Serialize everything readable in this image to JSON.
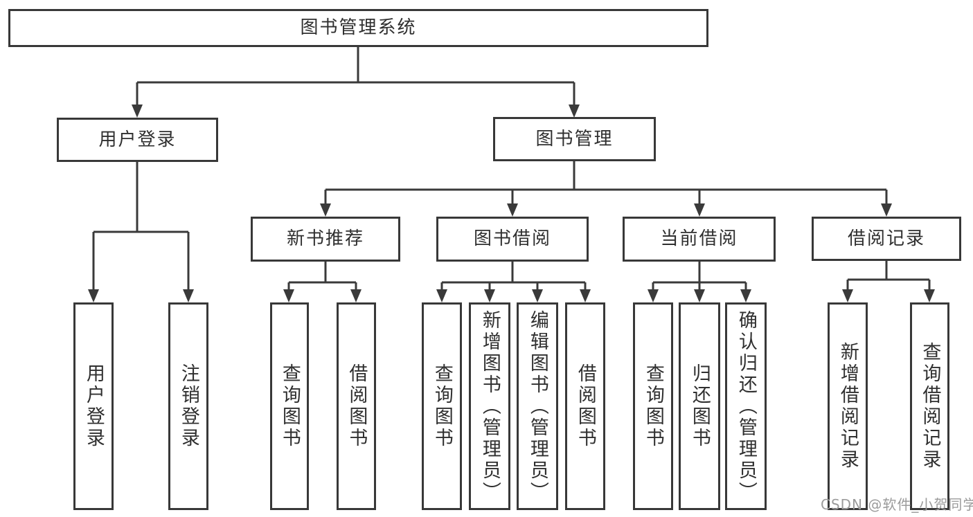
{
  "diagram": {
    "root": {
      "label": "图书管理系统"
    },
    "branches": {
      "user_login": {
        "label": "用户登录",
        "children": {
          "login": "用户登录",
          "logout": "注销登录"
        }
      },
      "book_mgmt": {
        "label": "图书管理",
        "sections": {
          "new_book": {
            "label": "新书推荐",
            "children": {
              "query": "查询图书",
              "borrow": "借阅图书"
            }
          },
          "book_borrow": {
            "label": "图书借阅",
            "children": {
              "query": "查询图书",
              "add": "新增图书（管理员）",
              "edit": "编辑图书（管理员）",
              "borrow": "借阅图书"
            }
          },
          "current_borrow": {
            "label": "当前借阅",
            "children": {
              "query": "查询图书",
              "return": "归还图书",
              "confirm": "确认归还（管理员）"
            }
          },
          "borrow_record": {
            "label": "借阅记录",
            "children": {
              "add": "新增借阅记录",
              "query": "查询借阅记录"
            }
          }
        }
      }
    }
  },
  "watermark": {
    "text": "CSDN @软件_小贺同学"
  },
  "colors": {
    "line": "#3a3a3a",
    "box_border": "#383838",
    "text": "#2f2f2f",
    "watermark": "#9b9b9b",
    "background": "#ffffff"
  }
}
